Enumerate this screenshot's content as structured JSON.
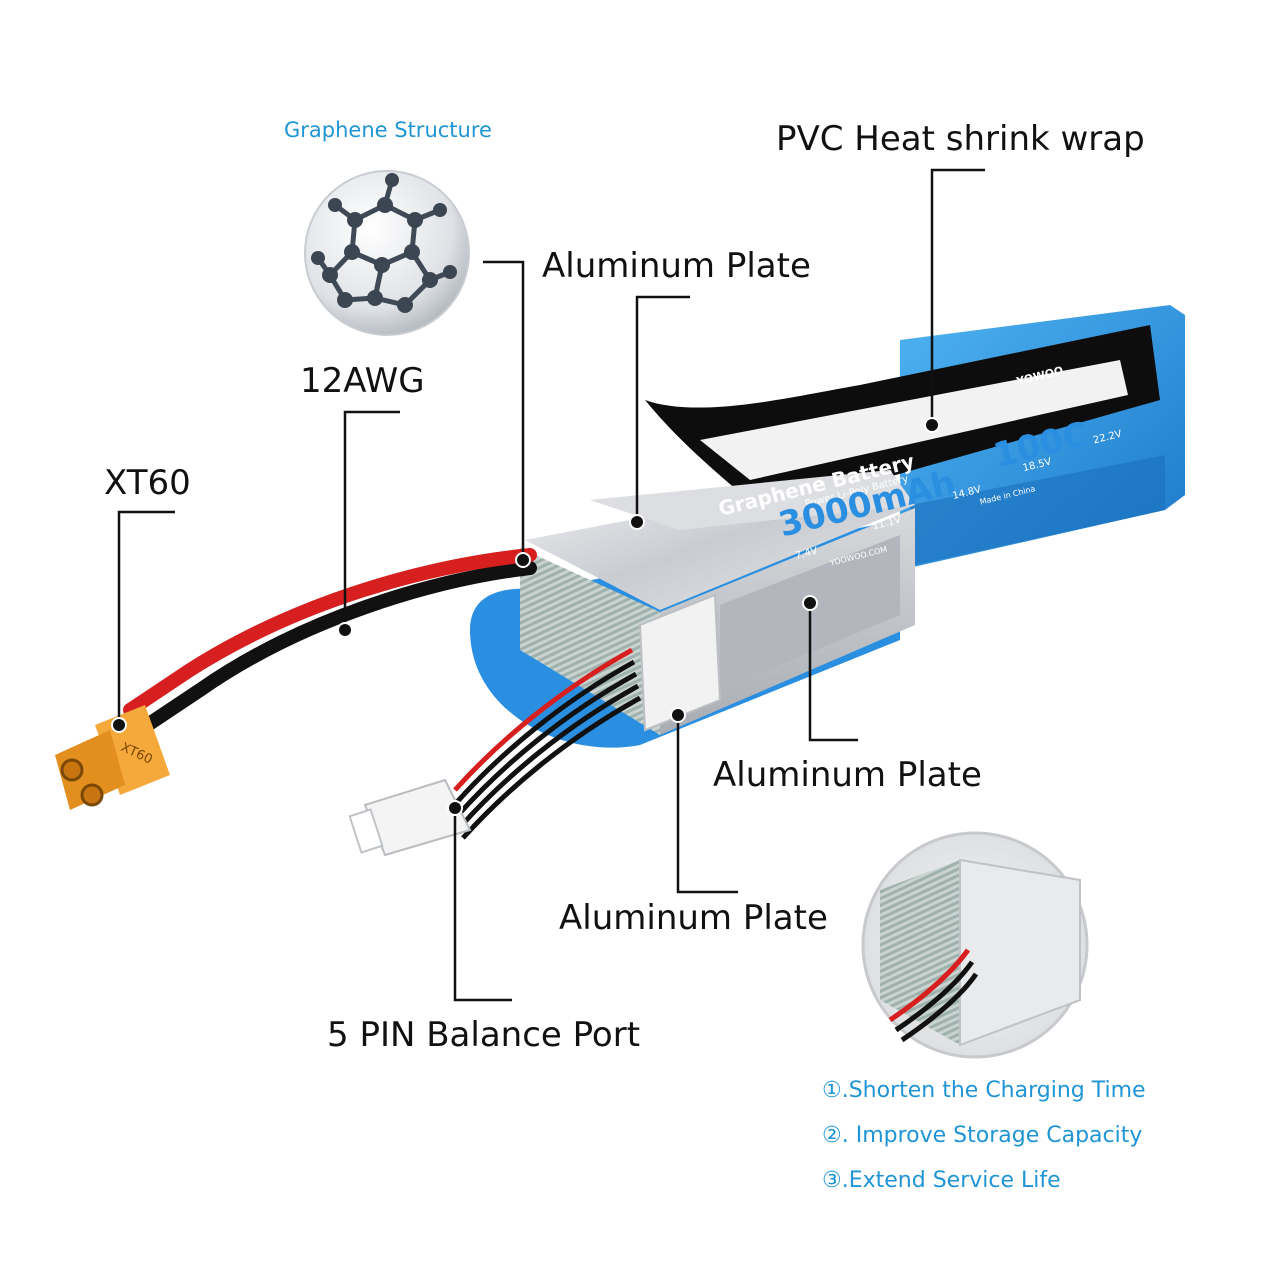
{
  "title_graphene": "Graphene Structure",
  "labels": {
    "pvc_wrap": "PVC Heat shrink wrap",
    "aluminum_top": "Aluminum Plate",
    "awg": "12AWG",
    "xt60": "XT60",
    "aluminum_right": "Aluminum Plate",
    "aluminum_bottom": "Aluminum Plate",
    "balance_port": "5 PIN Balance Port"
  },
  "battery_print": {
    "brand": "YOWOO",
    "product": "Graphene Battery",
    "subtitle": "Power Li-Poly Battery",
    "capacity": "3000mAh",
    "rate": "100C",
    "voltages": [
      "7.4V",
      "11.1V",
      "14.8V",
      "18.5V",
      "22.2V"
    ],
    "made_in": "Made in China",
    "url": "YOOWOO.COM"
  },
  "connector_text": "XT60",
  "benefits": [
    "①.Shorten the Charging Time",
    "②. Improve Storage Capacity",
    "③.Extend Service Life"
  ],
  "colors": {
    "accent_blue": "#1f95d6",
    "battery_blue": "#2a8fe0",
    "wire_red": "#d81f1f",
    "connector_yellow": "#f4a93a"
  }
}
